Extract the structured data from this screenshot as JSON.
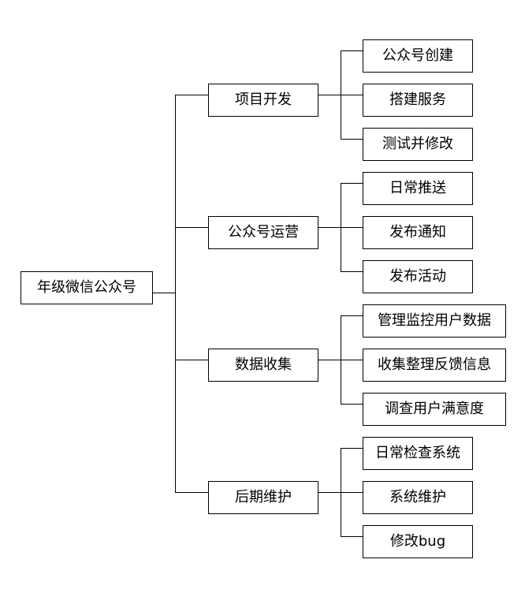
{
  "tree": {
    "root": {
      "label": "年级微信公众号"
    },
    "branches": [
      {
        "label": "项目开发",
        "children": [
          "公众号创建",
          "搭建服务",
          "测试并修改"
        ]
      },
      {
        "label": "公众号运营",
        "children": [
          "日常推送",
          "发布通知",
          "发布活动"
        ]
      },
      {
        "label": "数据收集",
        "children": [
          "管理监控用户数据",
          "收集整理反馈信息",
          "调查用户满意度"
        ]
      },
      {
        "label": "后期维护",
        "children": [
          "日常检查系统",
          "系统维护",
          "修改bug"
        ]
      }
    ]
  }
}
